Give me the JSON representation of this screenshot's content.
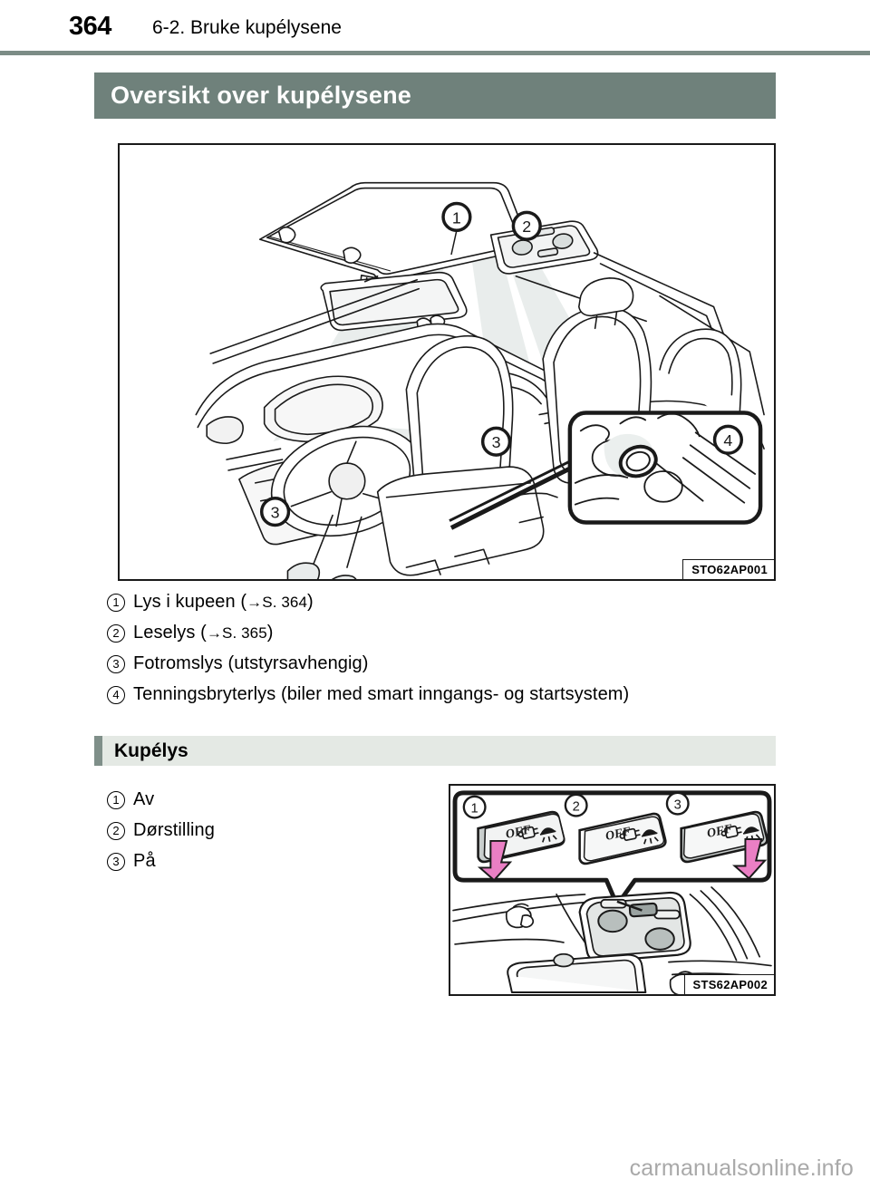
{
  "page": {
    "number": "364",
    "running_head": "6-2. Bruke kupélysene",
    "watermark": "carmanualsonline.info",
    "rule_color": "#7c8c86"
  },
  "title_band": {
    "text": "Oversikt over kupélysene",
    "background": "#6f817b",
    "text_color": "#ffffff"
  },
  "figures": {
    "interior": {
      "caption": "STO62AP001",
      "callouts": [
        "1",
        "2",
        "3",
        "3",
        "4"
      ],
      "alt": "Bilinteriør sett fra forsetet med solskjerm, innvendig speil, dashbord, ratt og seter; lyskjegler viser plassering av kupélys"
    },
    "switch": {
      "caption": "STS62AP002",
      "callouts": [
        "1",
        "2",
        "3"
      ],
      "switch_label_off": "OFF",
      "alt": "Takkonsoll med kupélysbryter i tre posisjoner"
    }
  },
  "components_list": [
    {
      "num": "1",
      "text": "Lys i kupeen (",
      "ref": "→S. 364",
      "suffix": ")"
    },
    {
      "num": "2",
      "text": "Leselys (",
      "ref": "→S. 365",
      "suffix": ")"
    },
    {
      "num": "3",
      "text": "Fotromslys (utstyrsavhengig)",
      "ref": "",
      "suffix": ""
    },
    {
      "num": "4",
      "text": "Tenningsbryterlys (biler med smart inngangs- og startsystem)",
      "ref": "",
      "suffix": ""
    }
  ],
  "subsection": {
    "title": "Kupélys",
    "background": "#e4e9e4",
    "accent": "#7f8f89"
  },
  "kupelys_list": [
    {
      "num": "1",
      "text": "Av"
    },
    {
      "num": "2",
      "text": "Dørstilling"
    },
    {
      "num": "3",
      "text": "På"
    }
  ],
  "colors": {
    "arrow_pink": "#ea7fc4",
    "line": "#1a1a1a",
    "light_cone": "#e6ebe9"
  }
}
